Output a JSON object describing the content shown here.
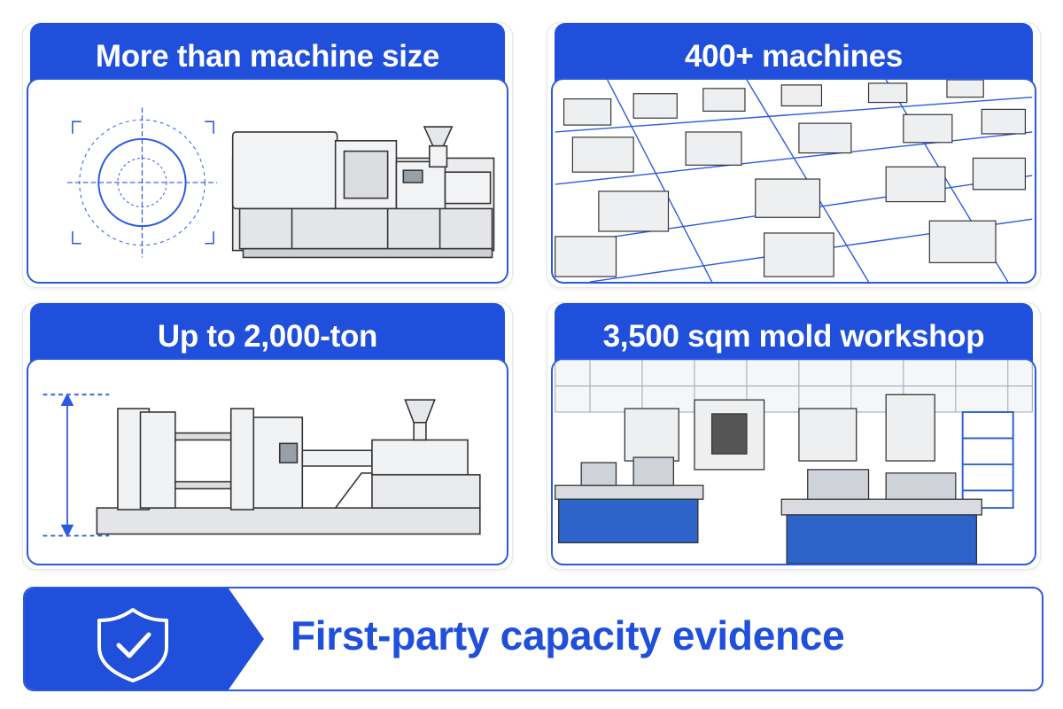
{
  "cards": [
    {
      "title": "More than machine size",
      "image": "injection-molding-machine-with-target-sketch"
    },
    {
      "title": "400+ machines",
      "image": "factory-floor-many-machines-sketch"
    },
    {
      "title": "Up to 2,000-ton",
      "image": "large-injection-machine-with-height-arrow-sketch"
    },
    {
      "title": "3,500 sqm mold workshop",
      "image": "mold-workshop-cnc-machines-sketch"
    }
  ],
  "footer": {
    "tagline": "First-party capacity evidence",
    "icon": "shield-check-icon"
  },
  "colors": {
    "accent": "#1f4fdb",
    "workbench": "#2e63c9",
    "line": "#333333"
  }
}
